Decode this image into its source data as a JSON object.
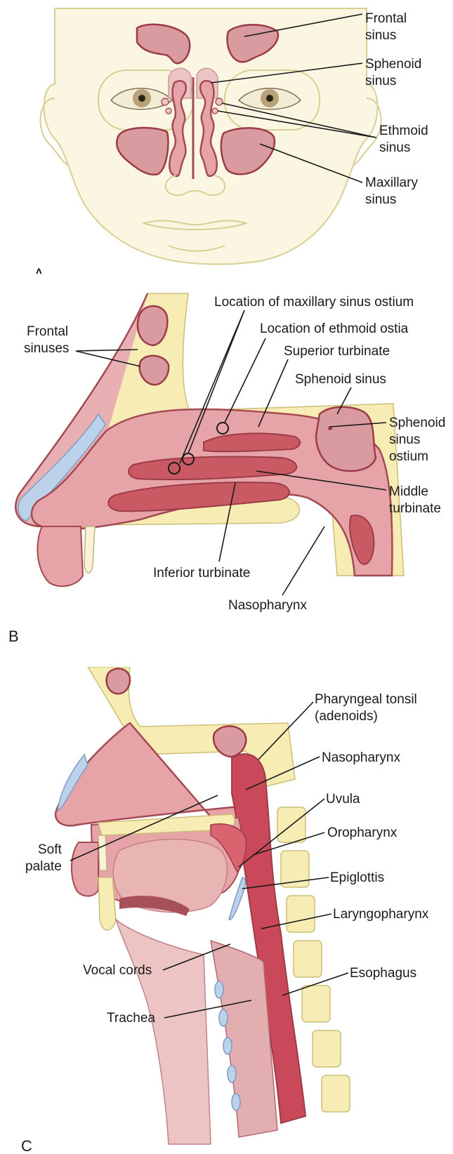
{
  "panels": [
    {
      "letter": "A",
      "labels": [
        {
          "lines": [
            "Frontal",
            "sinus"
          ]
        },
        {
          "lines": [
            "Sphenoid",
            "sinus"
          ]
        },
        {
          "lines": [
            "Ethmoid",
            "sinus"
          ]
        },
        {
          "lines": [
            "Maxillary",
            "sinus"
          ]
        }
      ]
    },
    {
      "letter": "B",
      "labels": [
        {
          "lines": [
            "Frontal",
            "sinuses"
          ]
        },
        {
          "lines": [
            "Location of maxillary sinus ostium"
          ]
        },
        {
          "lines": [
            "Location of ethmoid ostia"
          ]
        },
        {
          "lines": [
            "Superior turbinate"
          ]
        },
        {
          "lines": [
            "Sphenoid sinus"
          ]
        },
        {
          "lines": [
            "Sphenoid",
            "sinus",
            "ostium"
          ]
        },
        {
          "lines": [
            "Middle",
            "turbinate"
          ]
        },
        {
          "lines": [
            "Inferior turbinate"
          ]
        },
        {
          "lines": [
            "Nasopharynx"
          ]
        }
      ]
    },
    {
      "letter": "C",
      "labels": [
        {
          "lines": [
            "Pharyngeal tonsil",
            "(adenoids)"
          ]
        },
        {
          "lines": [
            "Nasopharynx"
          ]
        },
        {
          "lines": [
            "Uvula"
          ]
        },
        {
          "lines": [
            "Oropharynx"
          ]
        },
        {
          "lines": [
            "Soft",
            "palate"
          ]
        },
        {
          "lines": [
            "Epiglottis"
          ]
        },
        {
          "lines": [
            "Laryngopharynx"
          ]
        },
        {
          "lines": [
            "Esophagus"
          ]
        },
        {
          "lines": [
            "Vocal cords"
          ]
        },
        {
          "lines": [
            "Trachea"
          ]
        }
      ]
    }
  ]
}
